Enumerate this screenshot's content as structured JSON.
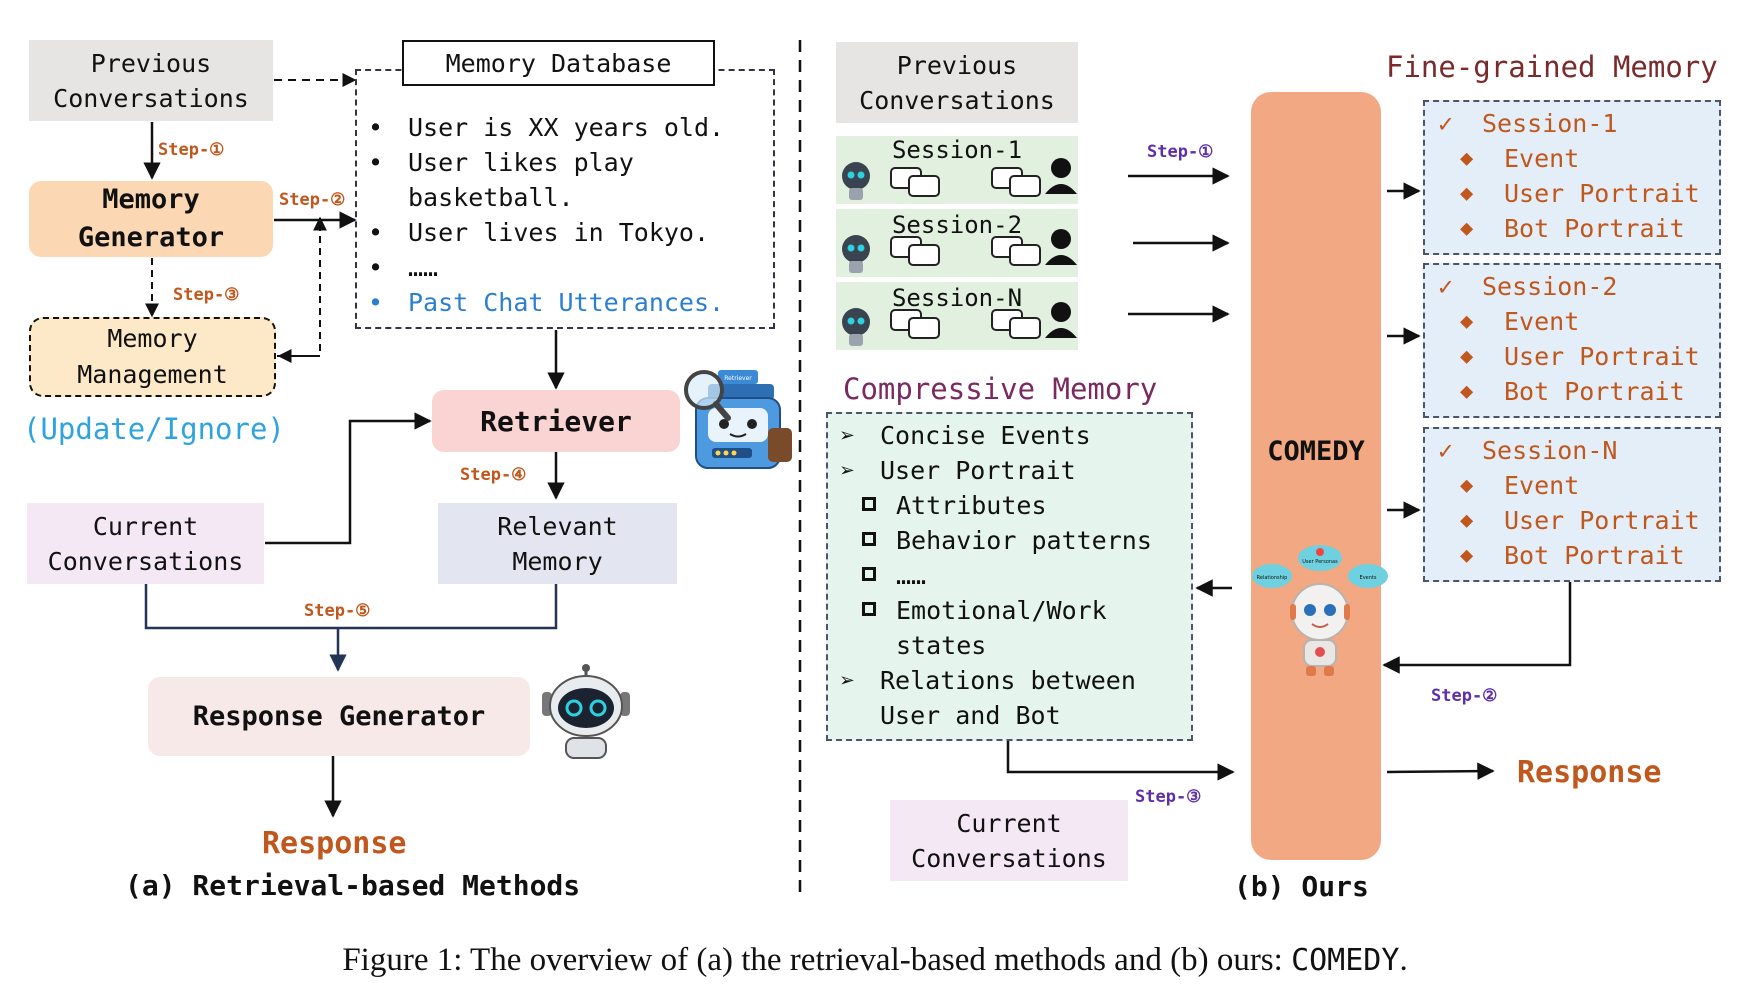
{
  "left": {
    "previous_conversations": "Previous\nConversations",
    "memory_database_title": "Memory Database",
    "memory_items": [
      "User is XX years old.",
      "User likes play\nbasketball.",
      "User lives in Tokyo.",
      "……",
      "Past Chat Utterances."
    ],
    "memory_generator": "Memory\nGenerator",
    "memory_management": "Memory\nManagement",
    "update_ignore": "(Update/Ignore)",
    "retriever": "Retriever",
    "retriever_badge": "Retriever",
    "current_conversations": "Current\nConversations",
    "relevant_memory": "Relevant\nMemory",
    "response_generator": "Response Generator",
    "response": "Response",
    "caption": "(a) Retrieval-based Methods",
    "steps": [
      "Step-①",
      "Step-②",
      "Step-③",
      "Step-④",
      "Step-⑤"
    ]
  },
  "right": {
    "previous_conversations": "Previous\nConversations",
    "sessions": [
      "Session-1",
      "Session-2",
      "Session-N"
    ],
    "comedy": "COMEDY",
    "fine_grained_title": "Fine-grained Memory",
    "fine_grained": [
      {
        "session": "Session-1",
        "items": [
          "Event",
          "User Portrait",
          "Bot Portrait"
        ]
      },
      {
        "session": "Session-2",
        "items": [
          "Event",
          "User Portrait",
          "Bot Portrait"
        ]
      },
      {
        "session": "Session-N",
        "items": [
          "Event",
          "User Portrait",
          "Bot Portrait"
        ]
      }
    ],
    "compressive_title": "Compressive Memory",
    "compressive_items": [
      {
        "kind": "arrow",
        "text": "Concise Events"
      },
      {
        "kind": "arrow",
        "text": "User Portrait"
      },
      {
        "kind": "box",
        "text": "Attributes"
      },
      {
        "kind": "box",
        "text": "Behavior patterns"
      },
      {
        "kind": "box",
        "text": "……"
      },
      {
        "kind": "box",
        "text": "Emotional/Work\nstates"
      },
      {
        "kind": "arrow",
        "text": "Relations between\nUser and Bot"
      }
    ],
    "current_conversations": "Current\nConversations",
    "response": "Response",
    "caption": "(b) Ours",
    "steps": [
      "Step-①",
      "Step-②",
      "Step-③"
    ],
    "cloud_labels": [
      "Relationship",
      "User Personas",
      "Events"
    ]
  },
  "figure_caption": {
    "prefix": "Figure 1: The overview of (a) the retrieval-based methods and (b) ours: ",
    "name": "COMEDY",
    "suffix": "."
  },
  "colors": {
    "gray_box": "#e7e4e4",
    "orange_box": "#fcd7b4",
    "management_box": "#fde8c8",
    "pink_box": "#f9d4d3",
    "lavender_box": "#f3e8f3",
    "relevant_box": "#e3e6f1",
    "response_gen_box": "#f8e9e9",
    "comedy_bar": "#f1a883",
    "fine_box": "#e4eef8",
    "compress_box": "#e6f4ee",
    "session_strip": "#e2f0e0",
    "accent_orange": "#c0571c",
    "accent_purple": "#5e2fa8",
    "accent_blue": "#2a7fd1",
    "navy_line": "#233556"
  }
}
